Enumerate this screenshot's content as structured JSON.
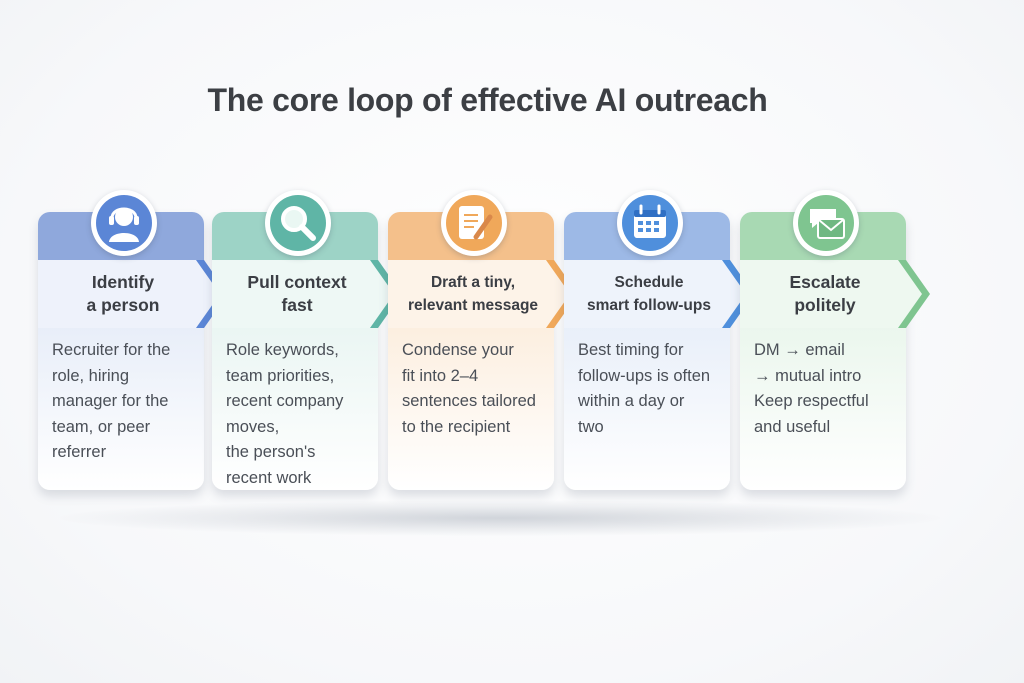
{
  "title": "The core loop of effective AI outreach",
  "steps": [
    {
      "heading": [
        "Identify",
        "a person"
      ],
      "body": [
        "Recruiter for the",
        "role, hiring",
        "manager for the",
        "team, or peer",
        "referrer"
      ],
      "icon": "headset-person-icon",
      "color": "#8fa8dc",
      "light": "#dfe7f6",
      "band": "#eef2fb",
      "accent": "#5b86d6"
    },
    {
      "heading": [
        "Pull context",
        "fast"
      ],
      "body": [
        "Role keywords,",
        "team priorities,",
        "recent company",
        "moves,",
        "the person's",
        "recent work"
      ],
      "icon": "magnifier-icon",
      "color": "#9dd3c6",
      "light": "#e2f2ee",
      "band": "#eef8f5",
      "accent": "#5fb5a6"
    },
    {
      "heading": [
        "Draft a tiny,",
        "relevant message"
      ],
      "body": [
        "Condense your",
        "fit into 2–4",
        "sentences tailored",
        "to the recipient"
      ],
      "icon": "document-pencil-icon",
      "color": "#f4c08b",
      "light": "#fbe8d3",
      "band": "#fdf3e8",
      "accent": "#f0a85a"
    },
    {
      "heading": [
        "Schedule",
        "smart follow-ups"
      ],
      "body": [
        " Best timing for",
        "follow-ups is often",
        "within a day or",
        "two"
      ],
      "icon": "calendar-icon",
      "color": "#9db9e6",
      "light": "#e0e9f7",
      "band": "#eef3fb",
      "accent": "#4f8fdc"
    },
    {
      "heading": [
        "Escalate",
        "politely"
      ],
      "body": [
        "DM → email",
        "→ mutual intro",
        "Keep respectful",
        "and useful"
      ],
      "icon": "envelope-chat-icon",
      "color": "#a8d9b3",
      "light": "#e3f3e6",
      "band": "#eef8f0",
      "accent": "#7fc590"
    }
  ]
}
